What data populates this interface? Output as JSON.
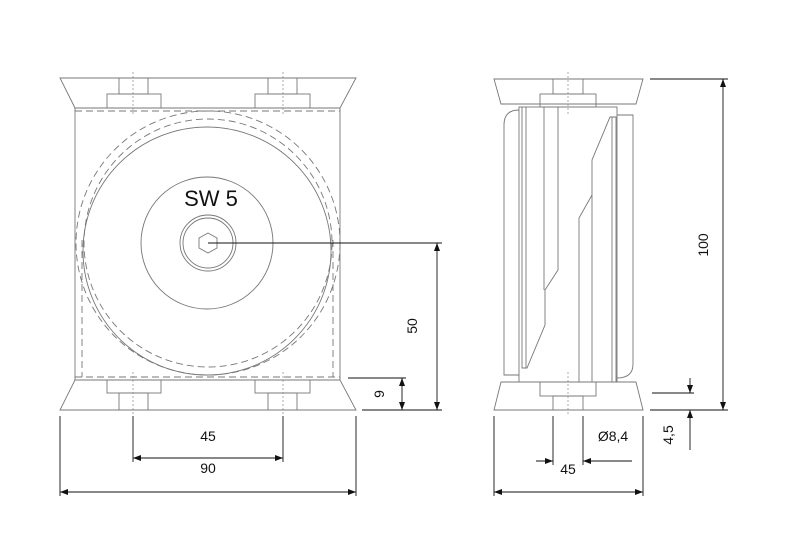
{
  "drawing": {
    "front_view": {
      "wrench_label": "SW 5",
      "dim_hole_spacing": "45",
      "dim_width": "90",
      "dim_height_axis": "50",
      "dim_flange": "9"
    },
    "side_view": {
      "dim_height": "100",
      "dim_bore": "Ø8,4",
      "dim_depth": "45",
      "dim_offset": "4,5"
    }
  }
}
